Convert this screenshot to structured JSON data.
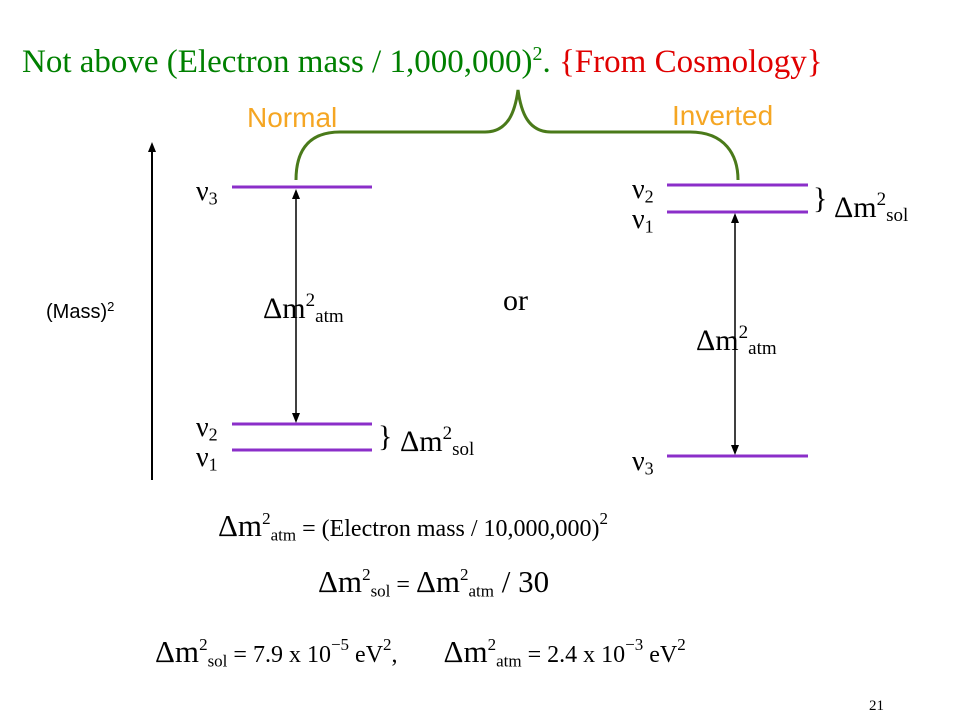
{
  "title": {
    "part1": "Not above (Electron mass / 1,000,000)",
    "part1_exp": "2",
    "part1_end": ".",
    "part2": "{From Cosmology}"
  },
  "labels": {
    "normal": "Normal",
    "inverted": "Inverted",
    "or": "or",
    "mass_axis": "(Mass)",
    "mass_axis_exp": "2"
  },
  "neutrinos": {
    "symbol": "ν",
    "normal": [
      "3",
      "2",
      "1"
    ],
    "inverted": [
      "2",
      "1",
      "3"
    ]
  },
  "splittings": {
    "delta_m": "Δm",
    "exp": "2",
    "atm": "atm",
    "sol": "sol",
    "brace": "}"
  },
  "equations": {
    "eq1": {
      "rhs": " = (Electron mass / 10,000,000)",
      "rhs_exp": "2"
    },
    "eq2": {
      "mid": " = ",
      "rhs": " / 30"
    },
    "eq3": {
      "sol_value": " = 7.9 x 10",
      "sol_exp": "−5",
      "sol_unit": " eV",
      "sol_unit_exp": "2",
      "separator": ",",
      "atm_value": " = 2.4 x 10",
      "atm_exp": "−3",
      "atm_unit": " eV",
      "atm_unit_exp": "2"
    }
  },
  "page_number": "21",
  "colors": {
    "level_line": "#8b2fc9",
    "title_green": "#008000",
    "title_red": "#e00000",
    "label_orange": "#f5a623",
    "brace_green": "#4a7a1a"
  }
}
